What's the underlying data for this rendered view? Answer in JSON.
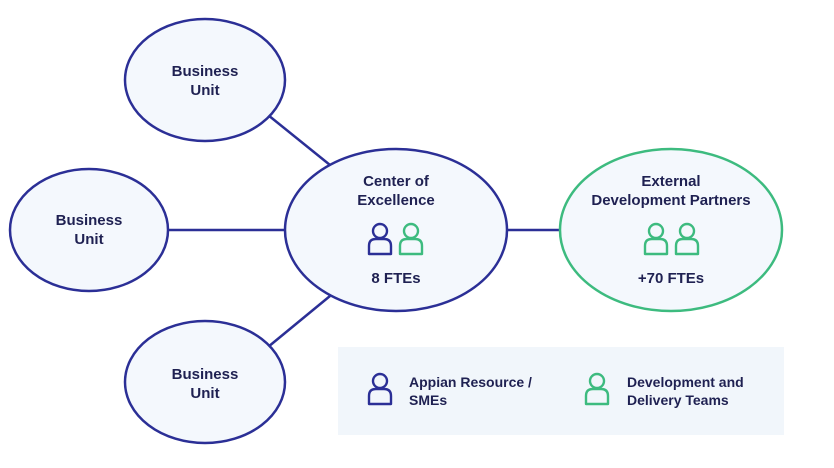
{
  "colors": {
    "navy": "#2b2f96",
    "green": "#3dbb7f",
    "node_fill": "#f4f8fd",
    "text": "#1f2152",
    "legend_bg": "#f1f6fb"
  },
  "nodes": {
    "bu_top": {
      "line1": "Business",
      "line2": "Unit"
    },
    "bu_middle": {
      "line1": "Business",
      "line2": "Unit"
    },
    "bu_bottom": {
      "line1": "Business",
      "line2": "Unit"
    },
    "coe": {
      "line1": "Center of",
      "line2": "Excellence",
      "ftes": "8 FTEs"
    },
    "partners": {
      "line1": "External",
      "line2": "Development Partners",
      "ftes": "+70 FTEs"
    }
  },
  "legend": {
    "appian": {
      "icon": "person-icon-navy",
      "line1": "Appian Resource /",
      "line2": "SMEs"
    },
    "teams": {
      "icon": "person-icon-green",
      "line1": "Development and",
      "line2": "Delivery Teams"
    }
  }
}
